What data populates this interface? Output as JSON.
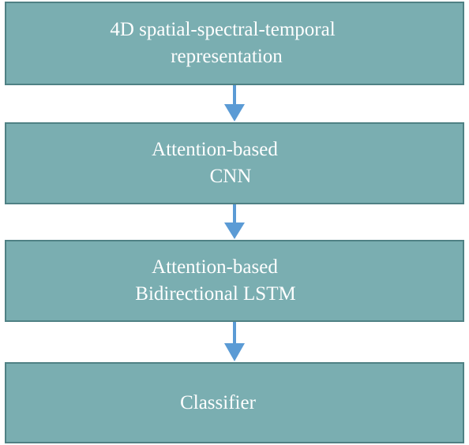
{
  "diagram": {
    "boxes": [
      {
        "lines": [
          "4D spatial-spectral-temporal",
          "representation"
        ]
      },
      {
        "lines": [
          "Attention-based",
          "CNN"
        ]
      },
      {
        "lines": [
          "Attention-based",
          "Bidirectional LSTM"
        ]
      },
      {
        "lines": [
          "Classifier"
        ]
      }
    ],
    "colors": {
      "box_fill": "#7aaeb1",
      "box_border": "#4f8184",
      "text": "#ffffff",
      "arrow": "#5b9bd5"
    }
  }
}
